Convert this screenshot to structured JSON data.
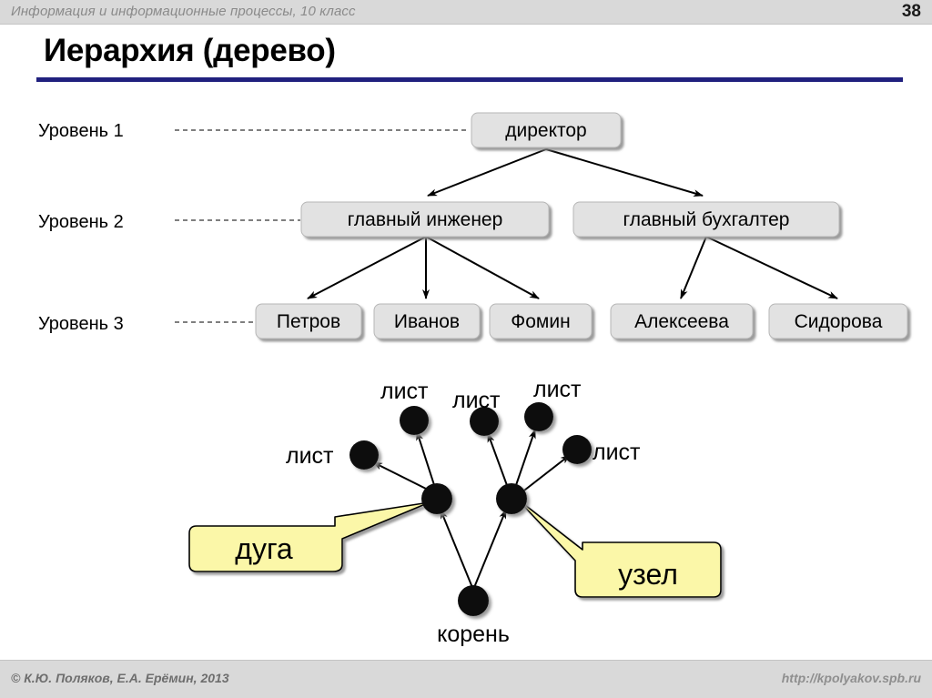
{
  "header": {
    "subject": "Информация и информационные процессы, 10 класс",
    "page_number": "38"
  },
  "title": "Иерархия (дерево)",
  "accent_color": "#20207e",
  "bar_color": "#d9d9d9",
  "box_fill": "#e2e2e2",
  "callout_fill": "#fbf7a8",
  "org_chart": {
    "levels": [
      {
        "label": "Уровень 1"
      },
      {
        "label": "Уровень 2"
      },
      {
        "label": "Уровень 3"
      }
    ],
    "nodes": {
      "root": "директор",
      "level2": [
        "главный инженер",
        "главный бухгалтер"
      ],
      "level3": [
        "Петров",
        "Иванов",
        "Фомин",
        "Алексеева",
        "Сидорова"
      ]
    }
  },
  "tree_graph": {
    "leaf_labels": [
      "лист",
      "лист",
      "лист",
      "лист",
      "лист"
    ],
    "root_label": "корень",
    "callouts": [
      {
        "text": "дуга"
      },
      {
        "text": "узел"
      }
    ]
  },
  "footer": {
    "copyright": "© К.Ю. Поляков, Е.А. Ерёмин, 2013",
    "url": "http://kpolyakov.spb.ru"
  }
}
